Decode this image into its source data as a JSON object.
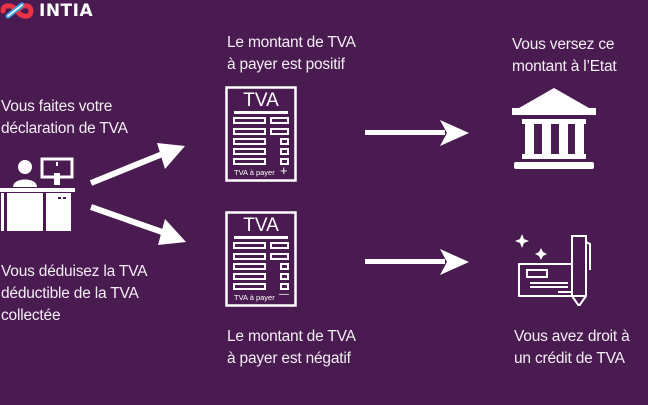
{
  "brand": {
    "name": "INTIA",
    "logo_colors": [
      "#e73343",
      "#3aa0e8"
    ]
  },
  "colors": {
    "background": "#4a1b50",
    "foreground": "#ffffff"
  },
  "start": {
    "top_text": [
      "Vous faites votre",
      "déclaration de TVA"
    ],
    "bottom_text": [
      "Vous déduisez la TVA",
      "déductible de la TVA",
      "collectée"
    ],
    "icon": "person-at-desk-icon"
  },
  "forms": {
    "positive": {
      "caption": [
        "Le montant de TVA",
        "à payer est positif"
      ],
      "title": "TVA",
      "footer_label": "TVA à payer",
      "sign": "+"
    },
    "negative": {
      "caption": [
        "Le montant de TVA",
        "à payer est négatif"
      ],
      "title": "TVA",
      "footer_label": "TVA à payer",
      "sign": "—"
    }
  },
  "outcomes": {
    "pay": {
      "text": [
        "Vous versez ce",
        "montant à l’Etat"
      ],
      "icon": "government-building-icon"
    },
    "credit": {
      "text": [
        "Vous avez droit à",
        "un crédit de TVA"
      ],
      "icon": "cheque-with-pen-icon"
    }
  }
}
